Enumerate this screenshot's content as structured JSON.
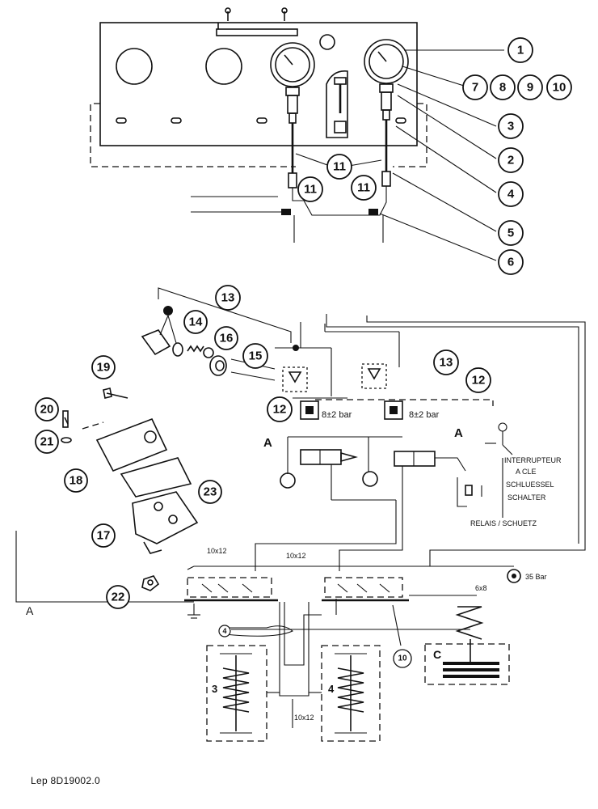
{
  "callouts": [
    {
      "id": "c1",
      "text": "1"
    },
    {
      "id": "c2",
      "text": "2"
    },
    {
      "id": "c3",
      "text": "3"
    },
    {
      "id": "c4",
      "text": "4"
    },
    {
      "id": "c5",
      "text": "5"
    },
    {
      "id": "c6",
      "text": "6"
    },
    {
      "id": "c7",
      "text": "7"
    },
    {
      "id": "c8",
      "text": "8"
    },
    {
      "id": "c9",
      "text": "9"
    },
    {
      "id": "c10",
      "text": "10"
    },
    {
      "id": "c11a",
      "text": "11"
    },
    {
      "id": "c11b",
      "text": "11"
    },
    {
      "id": "c11c",
      "text": "11"
    },
    {
      "id": "c13a",
      "text": "13"
    },
    {
      "id": "c13b",
      "text": "13"
    },
    {
      "id": "c14",
      "text": "14"
    },
    {
      "id": "c15",
      "text": "15"
    },
    {
      "id": "c16",
      "text": "16"
    },
    {
      "id": "c12a",
      "text": "12"
    },
    {
      "id": "c12b",
      "text": "12"
    },
    {
      "id": "c19",
      "text": "19"
    },
    {
      "id": "c20",
      "text": "20"
    },
    {
      "id": "c21",
      "text": "21"
    },
    {
      "id": "c18",
      "text": "18"
    },
    {
      "id": "c23",
      "text": "23"
    },
    {
      "id": "c17",
      "text": "17"
    },
    {
      "id": "c22",
      "text": "22"
    },
    {
      "id": "c4b",
      "text": "4"
    },
    {
      "id": "c10b",
      "text": "10"
    }
  ],
  "labels": {
    "a_left": "A",
    "a_right": "A",
    "a_bottom": "A",
    "pressure_left": "8±2 bar",
    "pressure_right": "8±2 bar",
    "switch_line1": "INTERRUPTEUR",
    "switch_line2": "A CLE",
    "switch_line3": "SCHLUESSEL",
    "switch_line4": "SCHALTER",
    "relay": "RELAIS / SCHUETZ",
    "pipe_1": "10x12",
    "pipe_2": "10x12",
    "pipe_3": "10x12",
    "pipe_4": "6x8",
    "supply_pressure": "35 Bar",
    "brake_1": "3",
    "brake_2": "4",
    "brake_c": "C"
  },
  "footer": {
    "reference": "Lep 8D19002.0"
  }
}
